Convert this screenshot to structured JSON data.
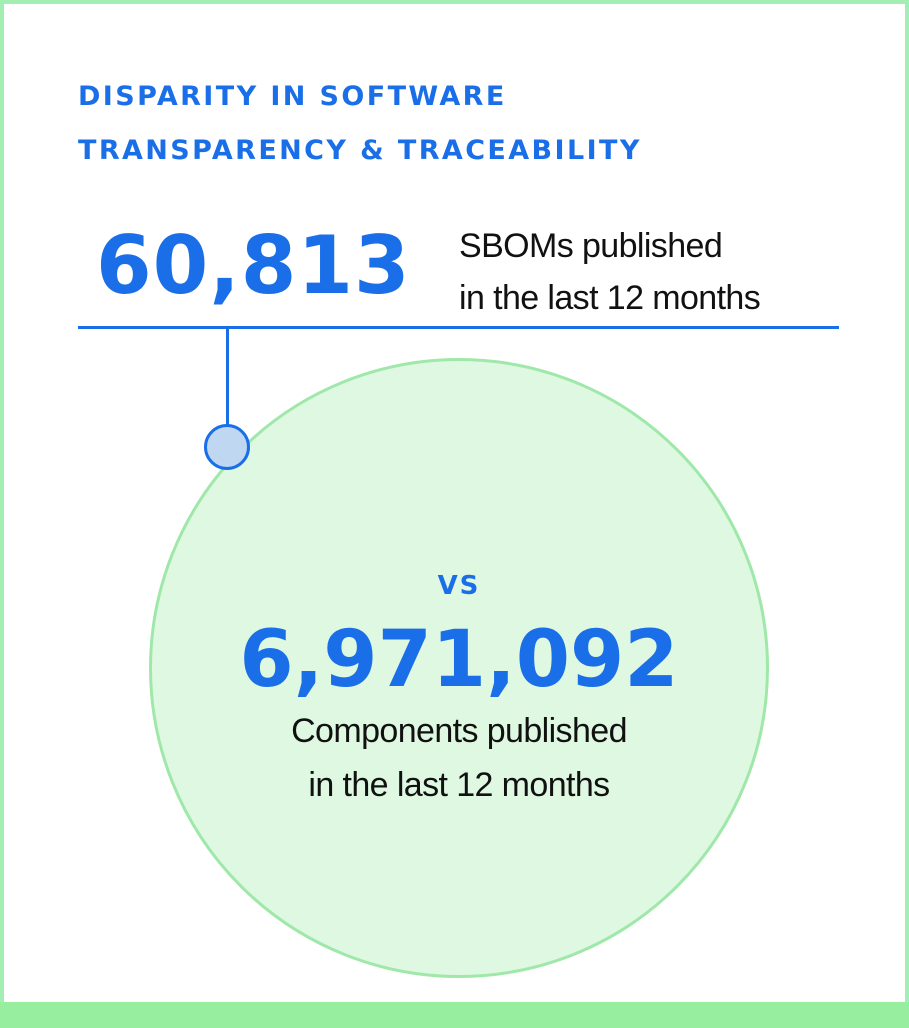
{
  "title": {
    "line1": "DISPARITY IN SOFTWARE",
    "line2": "TRANSPARENCY & TRACEABILITY"
  },
  "sboms": {
    "value": "60,813",
    "caption_line1": "SBOMs published",
    "caption_line2": "in the last 12 months"
  },
  "comparison": {
    "vs_label": "VS"
  },
  "components": {
    "value": "6,971,092",
    "caption_line1": "Components published",
    "caption_line2": "in the last 12 months"
  },
  "colors": {
    "accent": "#1a6fe8",
    "circle_fill": "#def8e2",
    "circle_border": "#9fe8a9",
    "frame_border": "#a3eeb2",
    "bottom_bar": "#98ee9f",
    "dot_fill": "#c0d7f2",
    "text": "#111111"
  }
}
